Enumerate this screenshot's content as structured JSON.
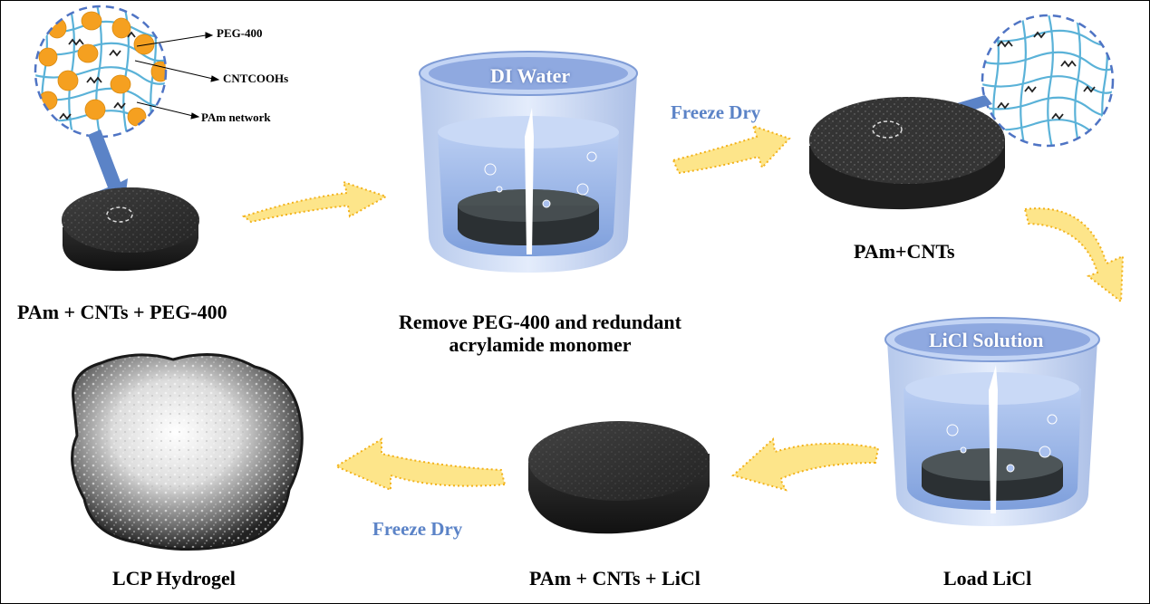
{
  "labels": {
    "peg": "PEG-400",
    "cnt": "CNTCOOHs",
    "pam_network": "PAm network",
    "step1": "PAm + CNTs + PEG-400",
    "step2_line1": "Remove PEG-400 and redundant",
    "step2_line2": "acrylamide monomer",
    "step3": "PAm+CNTs",
    "step4": "Load LiCl",
    "step5": "PAm + CNTs + LiCl",
    "step6": "LCP Hydrogel",
    "freeze_dry_1": "Freeze Dry",
    "freeze_dry_2": "Freeze Dry",
    "beaker1": "DI Water",
    "beaker2": "LiCl Solution"
  },
  "colors": {
    "arrow_fill": "#fde58a",
    "arrow_dots": "#f2b21b",
    "accent_blue": "#5b83c7",
    "network_line": "#5ab2d8",
    "peg_orange": "#f5a020",
    "disk_dark": "#2d2d2d"
  }
}
